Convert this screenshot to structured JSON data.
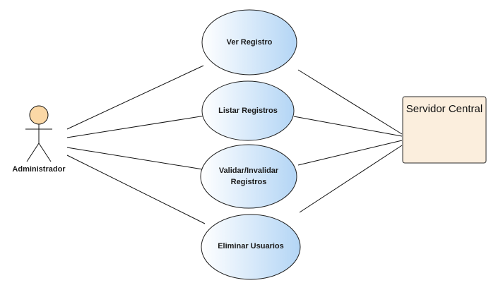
{
  "actor": {
    "name": "Administrador"
  },
  "use_cases": [
    {
      "id": "ver",
      "lines": [
        "Ver Registro"
      ]
    },
    {
      "id": "listar",
      "lines": [
        "Listar Registros"
      ]
    },
    {
      "id": "validar",
      "lines": [
        "Validar/Invalidar",
        "Registros"
      ]
    },
    {
      "id": "eliminar",
      "lines": [
        "Eliminar Usuarios"
      ]
    }
  ],
  "system": {
    "name": "Servidor Central"
  },
  "colors": {
    "use_case_fill_light": "#ffffff",
    "use_case_fill_dark": "#b3d5f5",
    "use_case_stroke": "#1f1f1f",
    "system_fill": "#fbeedd",
    "system_stroke": "#2b2b2b",
    "actor_head_fill": "#fbd8a6",
    "line": "#111111"
  }
}
